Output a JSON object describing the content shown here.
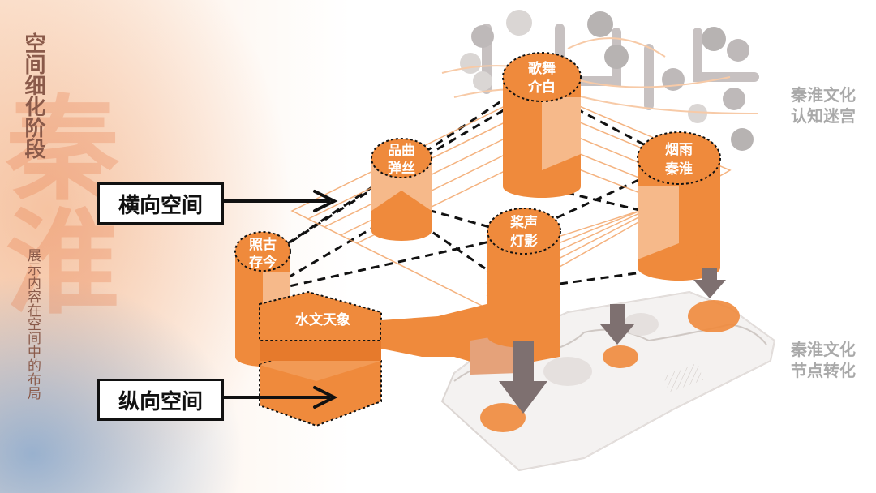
{
  "title": "空间细化阶段",
  "subtitle": "展示内容在空间中的布局",
  "watermark": "秦淮",
  "labels": {
    "horizontal": "横向空间",
    "vertical": "纵向空间"
  },
  "side_labels": {
    "top_line1": "秦淮文化",
    "top_line2": "认知迷宫",
    "bottom_line1": "秦淮文化",
    "bottom_line2": "节点转化"
  },
  "nodes": {
    "gewu": {
      "line1": "歌舞",
      "line2": "介白"
    },
    "yanyu": {
      "line1": "烟雨",
      "line2": "秦淮"
    },
    "pinqu": {
      "line1": "品曲",
      "line2": "弹丝"
    },
    "jiangsheng": {
      "line1": "桨声",
      "line2": "灯影"
    },
    "zhaogu": {
      "line1": "照古",
      "line2": "存今"
    },
    "shuiwen": "水文天象"
  },
  "colors": {
    "orange": "#ef8a3c",
    "orange_light": "#f6b98a",
    "grey": "#8a8080",
    "dark": "#111111"
  }
}
